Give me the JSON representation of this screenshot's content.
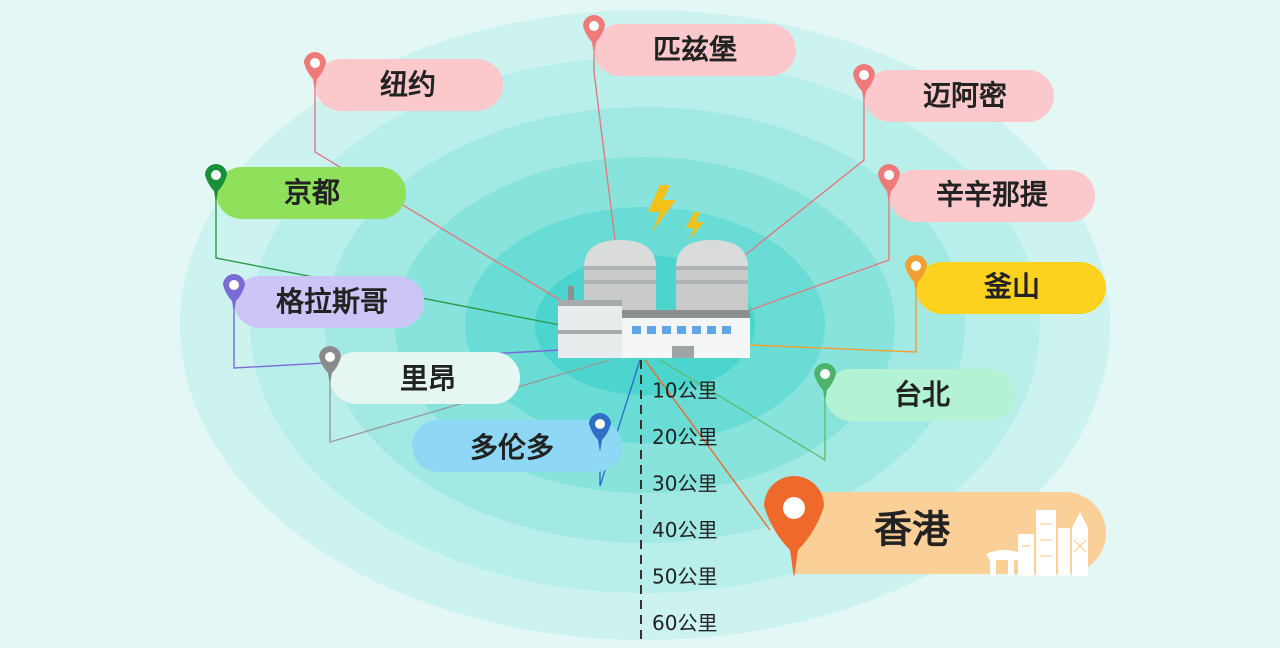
{
  "cities": [
    {
      "id": "new-york",
      "label": "纽约",
      "color": "#f07a7a",
      "fill": "#fbc9cb"
    },
    {
      "id": "pittsburgh",
      "label": "匹兹堡",
      "color": "#f07a7a",
      "fill": "#fbc9cb"
    },
    {
      "id": "miami",
      "label": "迈阿密",
      "color": "#f07a7a",
      "fill": "#fbc9cb"
    },
    {
      "id": "kyoto",
      "label": "京都",
      "color": "#1a8f3a",
      "fill": "#8fe05a"
    },
    {
      "id": "sincinnati",
      "label": "辛辛那提",
      "color": "#f07a7a",
      "fill": "#fbc9cb"
    },
    {
      "id": "busan",
      "label": "釜山",
      "color": "#f0a032",
      "fill": "#ffd21f"
    },
    {
      "id": "glasgow",
      "label": "格拉斯哥",
      "color": "#7a6ad6",
      "fill": "#ccc6f7"
    },
    {
      "id": "lyon",
      "label": "里昂",
      "color": "#8a8a8a",
      "fill": "#e6f7f3"
    },
    {
      "id": "taipei",
      "label": "台北",
      "color": "#4cb46a",
      "fill": "#b3f2d3"
    },
    {
      "id": "toronto",
      "label": "多伦多",
      "color": "#2f6fc6",
      "fill": "#8fd8f5"
    },
    {
      "id": "hong-kong",
      "label": "香港",
      "color": "#ef6a2a",
      "fill": "#fbd098"
    }
  ],
  "scale": {
    "labels": [
      "10公里",
      "20公里",
      "30公里",
      "40公里",
      "50公里",
      "60公里"
    ]
  },
  "colors": {
    "background": "#e3f7f5",
    "ring_outer": "#cdf1ef",
    "ring_inner": "#3ad4cd"
  },
  "icons": [
    "nuclear-plant-icon",
    "lightning-icon",
    "location-pin-icon",
    "hong-kong-skyline-icon"
  ]
}
